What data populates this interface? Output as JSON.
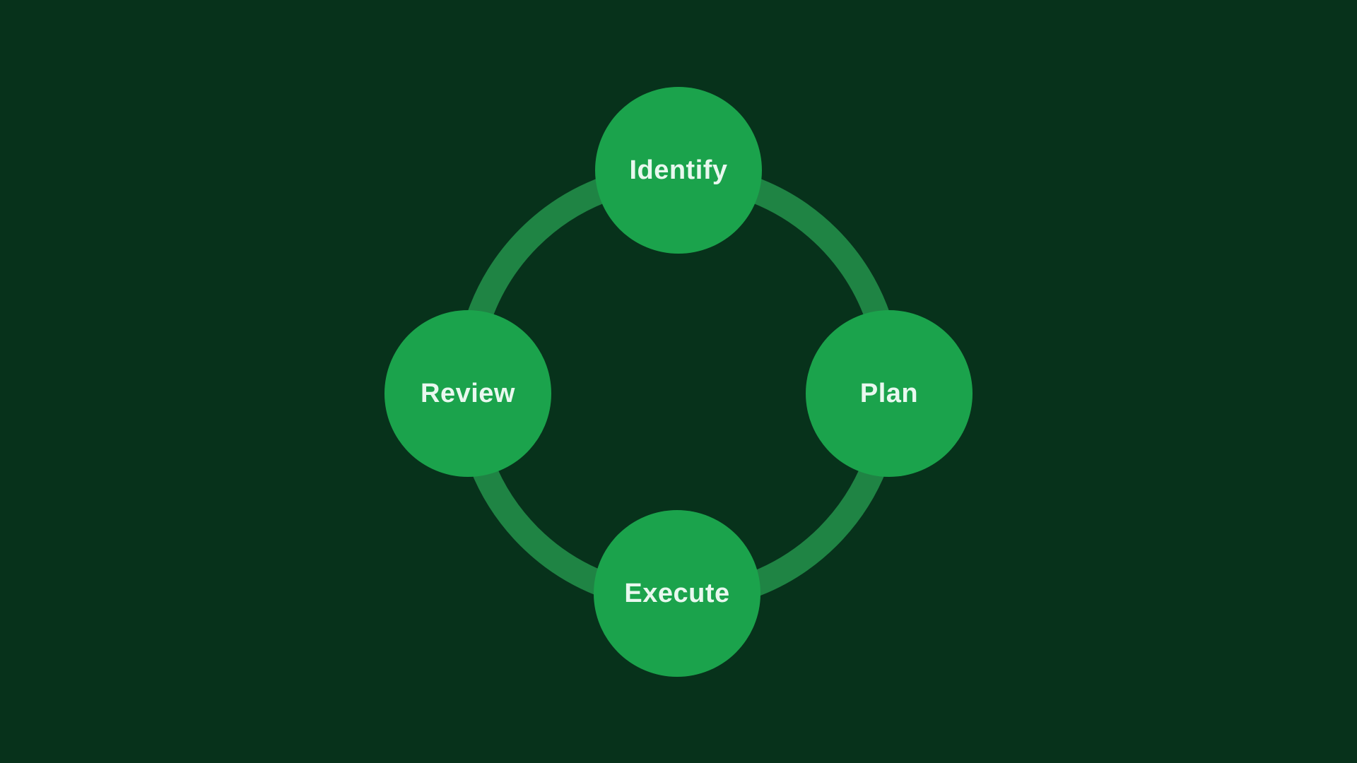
{
  "diagram": {
    "type": "cycle",
    "nodes": [
      {
        "id": "identify",
        "label": "Identify",
        "position": "top"
      },
      {
        "id": "plan",
        "label": "Plan",
        "position": "right"
      },
      {
        "id": "execute",
        "label": "Execute",
        "position": "bottom"
      },
      {
        "id": "review",
        "label": "Review",
        "position": "left"
      }
    ]
  },
  "colors": {
    "background": "#07321b",
    "ring": "#1f8444",
    "node_fill": "#1ba34c",
    "label_text": "#e9f8ef"
  }
}
